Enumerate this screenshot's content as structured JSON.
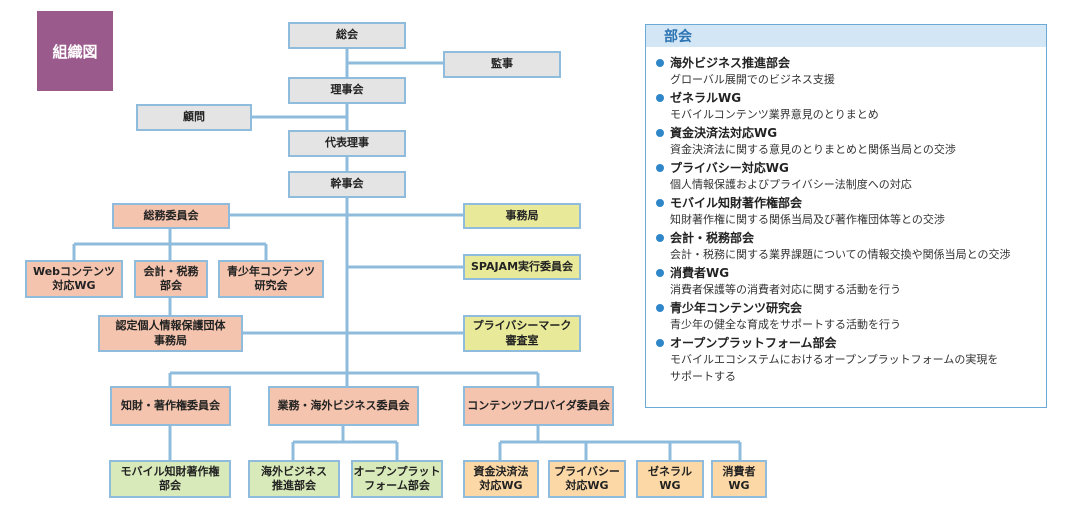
{
  "badge": "組織図",
  "boxes": {
    "sokai": "総会",
    "kanji": "監事",
    "rijikai": "理事会",
    "komon": "顧問",
    "daihyo": "代表理事",
    "kanjikai": "幹事会",
    "somu": "総務委員会",
    "jimukyoku": "事務局",
    "web": "Webコンテンツ\n対応WG",
    "kaikei": "会計・税務\n部会",
    "seishonen": "青少年コンテンツ\n研究会",
    "spajam": "SPAJAM実行委員会",
    "nintei": "認定個人情報保護団体\n事務局",
    "privacy_mark": "プライバシーマーク\n審査室",
    "chizai": "知財・著作権委員会",
    "gyomu": "業務・海外ビジネス委員会",
    "cp": "コンテンツプロバイダ委員会",
    "mobile_chizai": "モバイル知財著作権\n部会",
    "kaigai": "海外ビジネス\n推進部会",
    "open": "オープンプラット\nフォーム部会",
    "shikin": "資金決済法\n対応WG",
    "privacy_wg": "プライバシー\n対応WG",
    "general": "ゼネラル\nWG",
    "shohisha": "消費者\nWG"
  },
  "panel": {
    "title": "部会",
    "items": [
      {
        "name": "海外ビジネス推進部会",
        "desc": "グローバル展開でのビジネス支援"
      },
      {
        "name": "ゼネラルWG",
        "desc": "モバイルコンテンツ業界意見のとりまとめ"
      },
      {
        "name": "資金決済法対応WG",
        "desc": "資金決済法に関する意見のとりまとめと関係当局との交渉"
      },
      {
        "name": "プライバシー対応WG",
        "desc": "個人情報保護およびプライバシー法制度への対応"
      },
      {
        "name": "モバイル知財著作権部会",
        "desc": "知財著作権に関する関係当局及び著作権団体等との交渉"
      },
      {
        "name": "会計・税務部会",
        "desc": "会計・税務に関する業界課題についての情報交換や関係当局との交渉"
      },
      {
        "name": "消費者WG",
        "desc": "消費者保護等の消費者対応に関する活動を行う"
      },
      {
        "name": "青少年コンテンツ研究会",
        "desc": "青少年の健全な育成をサポートする活動を行う"
      },
      {
        "name": "オープンプラットフォーム部会",
        "desc": "モバイルエコシステムにおけるオープンプラットフォームの実現を\nサポートする"
      }
    ]
  }
}
